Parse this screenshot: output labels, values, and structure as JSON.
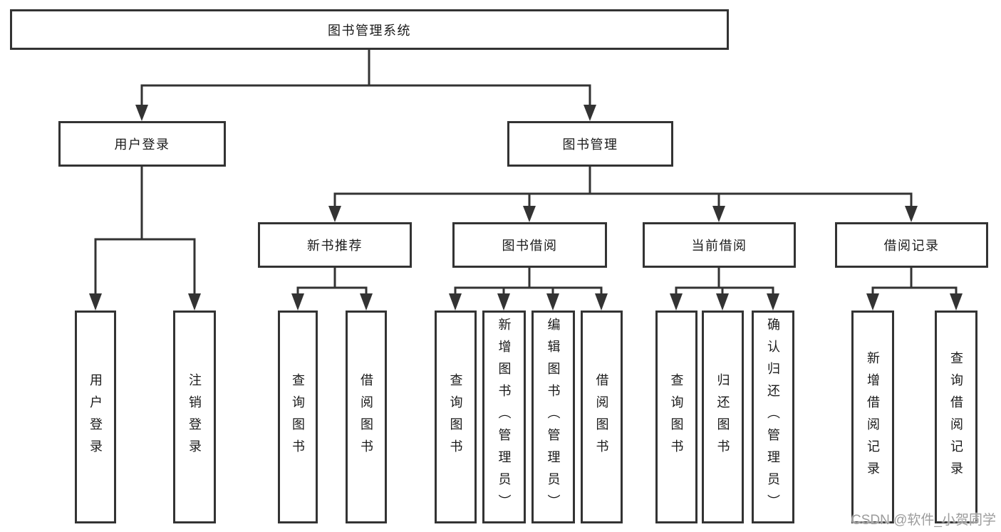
{
  "tree": {
    "root": "图书管理系统",
    "level2": [
      {
        "label": "用户登录",
        "leaves": [
          "用户登录",
          "注销登录"
        ]
      },
      {
        "label": "图书管理",
        "children": [
          {
            "label": "新书推荐",
            "leaves": [
              "查询图书",
              "借阅图书"
            ]
          },
          {
            "label": "图书借阅",
            "leaves": [
              "查询图书",
              "新增图书（管理员）",
              "编辑图书（管理员）",
              "借阅图书"
            ]
          },
          {
            "label": "当前借阅",
            "leaves": [
              "查询图书",
              "归还图书",
              "确认归还（管理员）"
            ]
          },
          {
            "label": "借阅记录",
            "leaves": [
              "新增借阅记录",
              "查询借阅记录"
            ]
          }
        ]
      }
    ]
  },
  "watermark": {
    "text": "CSDN @软件_小贺同学"
  },
  "colors": {
    "line": "#333333",
    "box_border": "#333333",
    "text": "#1a1a1a",
    "watermark": "#9c9c9c",
    "background": "#ffffff"
  }
}
